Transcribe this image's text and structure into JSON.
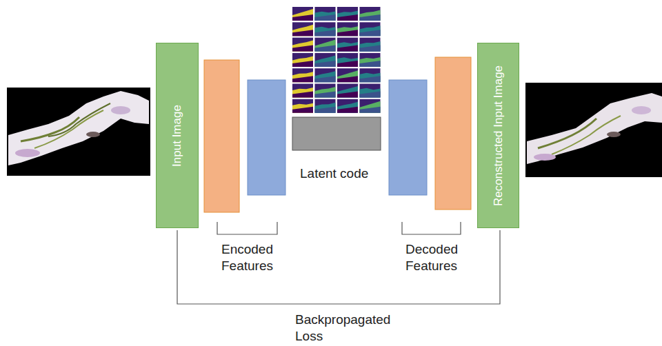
{
  "diagram": {
    "nodes": [
      {
        "text": [
          "Input Image"
        ]
      },
      {
        "text": [
          "Reconstructed Input Image"
        ]
      }
    ],
    "labels": [
      "Latent code",
      "Encoded Features",
      "Decoded Features",
      "Backpropagated Loss"
    ]
  }
}
